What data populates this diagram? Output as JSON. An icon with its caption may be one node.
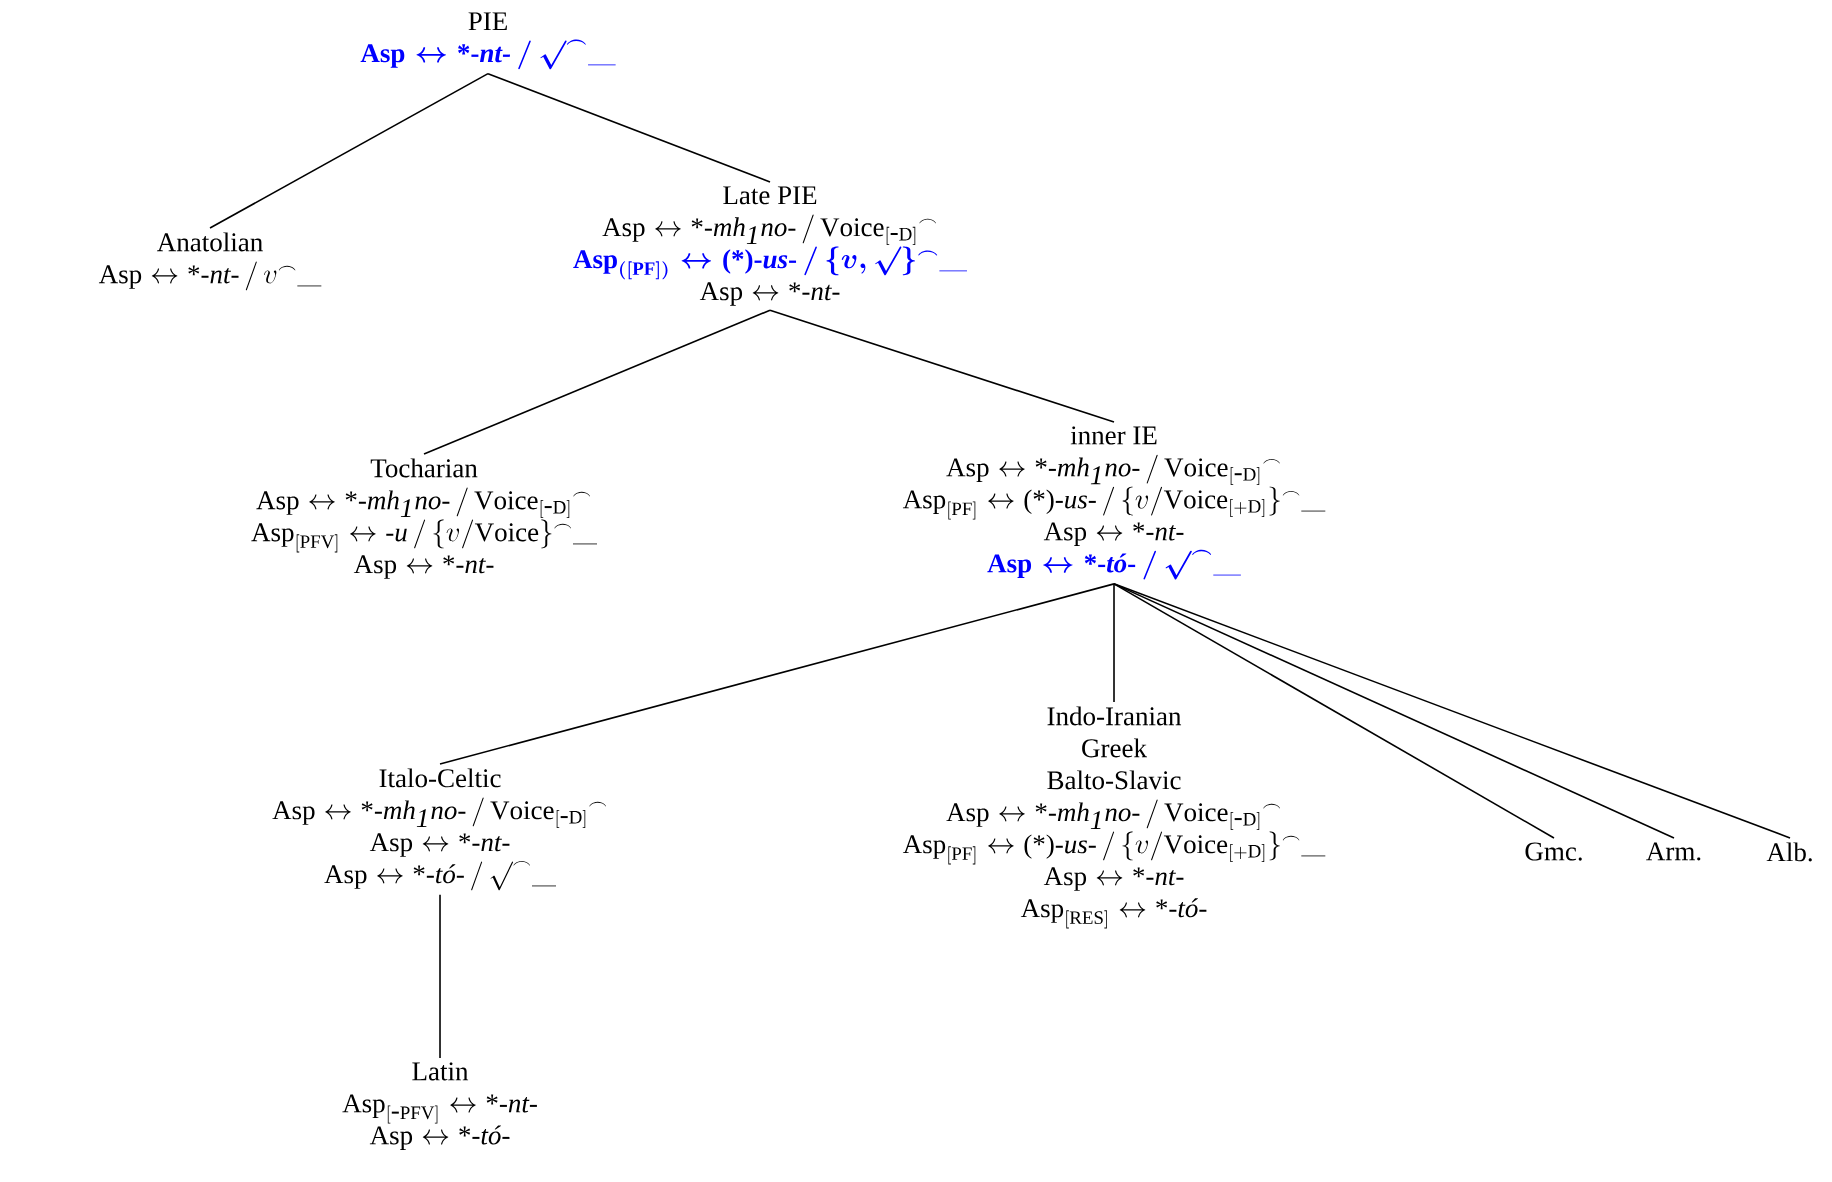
{
  "diagram": {
    "nodes": [
      {
        "text": [
          "PIE",
          "\\mbox{\\color{blue}\\bfseries\\boldmath$\\mathrm{Asp} \\leftrightarrow \\textrm{*-}\\textit{nt}\\textrm{-} \\,/\\, \\surd^\\frown\\underline{\\;\\;\\;}$}"
        ]
      },
      {
        "text": [
          "Anatolian",
          "\\mathrm{Asp} \\leftrightarrow \\textrm{*-}\\textit{nt}\\textrm{-} \\,/\\, v^\\frown\\underline{\\;\\;\\;}"
        ]
      },
      {
        "text": [
          "Late PIE",
          "\\mathrm{Asp} \\leftrightarrow \\textrm{*-}\\textit{mh}_{\\textit{1}}\\textit{no}\\textrm{-} \\,/\\, \\mathrm{Voice}_{[\\textrm{-}\\mathrm{D}]}{}^\\frown",
          "\\mbox{\\color{blue}\\bfseries\\boldmath$\\mathrm{Asp}_{([\\mathrm{PF}])} \\leftrightarrow \\textrm{(*)-}\\textit{us}\\textrm{-} \\,/\\, \\{v, \\surd\\}^\\frown\\underline{\\;\\;\\;}$}",
          "\\mathrm{Asp} \\leftrightarrow \\textrm{*-}\\textit{nt}\\textrm{-}"
        ]
      },
      {
        "text": [
          "Tocharian",
          "\\mathrm{Asp} \\leftrightarrow \\textrm{*-}\\textit{mh}_{\\textit{1}}\\textit{no}\\textrm{-} \\,/\\, \\mathrm{Voice}_{[\\textrm{-}\\mathrm{D}]}{}^\\frown",
          "\\mathrm{Asp}_{[\\mathrm{PFV}]} \\leftrightarrow \\textrm{-}\\textit{u} \\,/\\, \\{v/\\mathrm{Voice}\\}^\\frown\\underline{\\;\\;\\;}",
          "\\mathrm{Asp} \\leftrightarrow \\textrm{*-}\\textit{nt}\\textrm{-}"
        ]
      },
      {
        "text": [
          "inner IE",
          "\\mathrm{Asp} \\leftrightarrow \\textrm{*-}\\textit{mh}_{\\textit{1}}\\textit{no}\\textrm{-} \\,/\\, \\mathrm{Voice}_{[\\textrm{-}\\mathrm{D}]}{}^\\frown",
          "\\mathrm{Asp}_{[\\mathrm{PF}]} \\leftrightarrow \\textrm{(*)-}\\textit{us}\\textrm{-} \\,/\\, \\{v/\\mathrm{Voice}_{[+\\mathrm{D}]}\\}^\\frown\\underline{\\;\\;\\;}",
          "\\mathrm{Asp} \\leftrightarrow \\textrm{*-}\\textit{nt}\\textrm{-}",
          "\\mbox{\\color{blue}\\bfseries\\boldmath$\\mathrm{Asp} \\leftrightarrow \\textrm{*-}\\textit{tó}\\textrm{-} \\,/\\, \\surd^\\frown\\underline{\\;\\;\\;}$}"
        ]
      },
      {
        "text": [
          "Italo-Celtic",
          "\\mathrm{Asp} \\leftrightarrow \\textrm{*-}\\textit{mh}_{\\textit{1}}\\textit{no}\\textrm{-} \\,/\\, \\mathrm{Voice}_{[\\textrm{-}\\mathrm{D}]}{}^\\frown",
          "\\mathrm{Asp} \\leftrightarrow \\textrm{*-}\\textit{nt}\\textrm{-}",
          "\\mathrm{Asp} \\leftrightarrow \\textrm{*-}\\textit{tó}\\textrm{-} \\,/\\, \\surd^\\frown\\underline{\\;\\;\\;}"
        ]
      },
      {
        "text": [
          "Indo-Iranian",
          "Greek",
          "Balto-Slavic",
          "\\mathrm{Asp} \\leftrightarrow \\textrm{*-}\\textit{mh}_{\\textit{1}}\\textit{no}\\textrm{-} \\,/\\, \\mathrm{Voice}_{[\\textrm{-}\\mathrm{D}]}{}^\\frown",
          "\\mathrm{Asp}_{[\\mathrm{PF}]} \\leftrightarrow \\textrm{(*)-}\\textit{us}\\textrm{-} \\,/\\, \\{v/\\mathrm{Voice}_{[+\\mathrm{D}]}\\}^\\frown\\underline{\\;\\;\\;}",
          "\\mathrm{Asp} \\leftrightarrow \\textrm{*-}\\textit{nt}\\textrm{-}",
          "\\mathrm{Asp}_{[\\mathrm{RES}]} \\leftrightarrow \\textrm{*-}\\textit{tó}\\textrm{-}"
        ]
      },
      {
        "text": [
          "Gmc."
        ]
      },
      {
        "text": [
          "Arm."
        ]
      },
      {
        "text": [
          "Alb."
        ]
      },
      {
        "text": [
          "Latin",
          "\\mathrm{Asp}_{[\\textrm{-}\\mathrm{PFV}]} \\leftrightarrow \\textrm{*-}\\textit{nt}\\textrm{-}",
          "\\mathrm{Asp} \\leftrightarrow \\textrm{*-}\\textit{tó}\\textrm{-}"
        ]
      }
    ],
    "edges": [
      {
        "from": 0,
        "to": 1,
        "arrow": "none"
      },
      {
        "from": 0,
        "to": 2,
        "arrow": "none"
      },
      {
        "from": 2,
        "to": 3,
        "arrow": "none"
      },
      {
        "from": 2,
        "to": 4,
        "arrow": "none"
      },
      {
        "from": 4,
        "to": 5,
        "arrow": "none"
      },
      {
        "from": 4,
        "to": 6,
        "arrow": "none"
      },
      {
        "from": 4,
        "to": 7,
        "arrow": "none"
      },
      {
        "from": 4,
        "to": 8,
        "arrow": "none"
      },
      {
        "from": 4,
        "to": 9,
        "arrow": "none"
      },
      {
        "from": 5,
        "to": 10,
        "arrow": "none"
      }
    ]
  }
}
